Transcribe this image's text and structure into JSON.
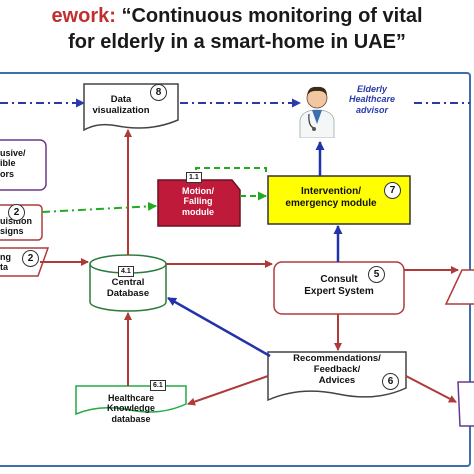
{
  "title": {
    "line1_prefix": "ework:",
    "line1_quote": " “Continuous monitoring of vital",
    "line2": "for elderly in a smart-home in UAE”"
  },
  "advisor_label": "Elderly\nHealthcare\nadvisor",
  "nodes": {
    "data_visualization": {
      "label": "Data\nvisualization",
      "num": "8"
    },
    "motion_falling": {
      "label": "Motion/\nFalling\nmodule",
      "num": "1.1"
    },
    "intervention": {
      "label": "Intervention/\nemergency module",
      "num": "7"
    },
    "central_database": {
      "label": "Central\nDatabase",
      "num": "4.1"
    },
    "consult_expert": {
      "label": "Consult\nExpert System",
      "num": "5"
    },
    "recommendations": {
      "label": "Recommendations/\nFeedback/\nAdvices",
      "num": "6"
    },
    "healthcare_kb": {
      "label": "Healthcare\nKnowledge\ndatabase",
      "num": "6.1"
    },
    "left_sensors": {
      "label": "usive/\nible\nors"
    },
    "left_acquisition": {
      "label": "uisition\nsigns",
      "num": "2"
    },
    "left_data": {
      "label": "ng\nta",
      "num": "2"
    }
  },
  "colors": {
    "red_arrow": "#b03a3a",
    "green_dash": "#22aa22",
    "blue_arrow": "#2233aa",
    "blue_dashdot": "#2a3aa8",
    "yellow_fill": "#ffff00",
    "motion_fill": "#c01a3a",
    "kb_border": "#22aa44",
    "title_accent": "#c0302f"
  },
  "icons": [
    "doctor-icon"
  ]
}
